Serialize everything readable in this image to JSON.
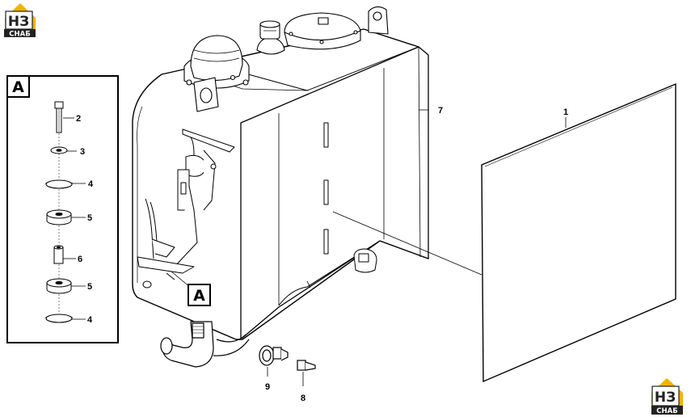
{
  "logo": {
    "line1": "НЗ",
    "line2": "СНАБ",
    "accent": "#f2b300"
  },
  "detail_view": {
    "label": "A",
    "callout": "A"
  },
  "detail_parts": [
    "2",
    "3",
    "4",
    "5",
    "6",
    "5",
    "4"
  ],
  "parts": {
    "p1": "1",
    "p7": "7",
    "p8": "8",
    "p9": "9"
  }
}
